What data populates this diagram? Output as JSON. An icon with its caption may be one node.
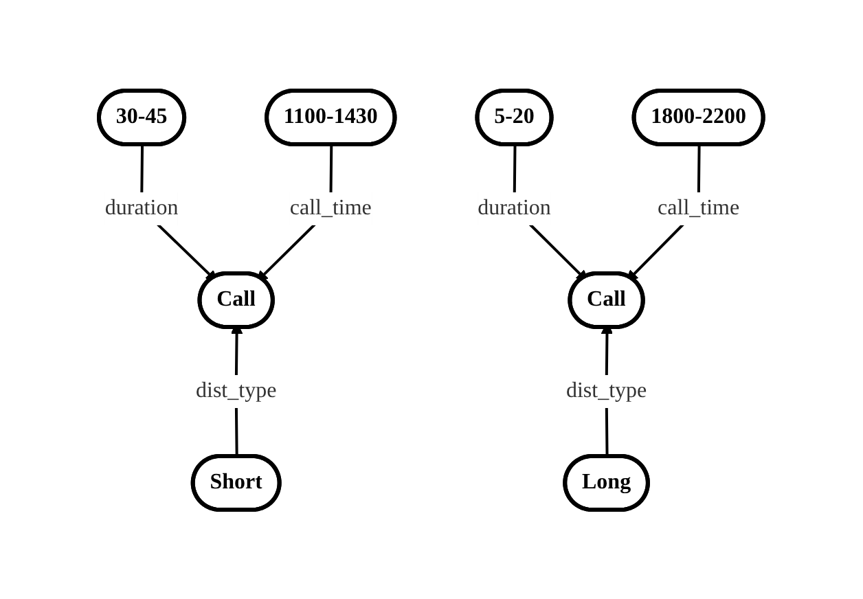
{
  "diagram": {
    "nodes": [
      {
        "text": [
          "30-45"
        ]
      },
      {
        "text": [
          "1100-1430"
        ]
      },
      {
        "text": [
          "Call"
        ]
      },
      {
        "text": [
          "Short"
        ]
      },
      {
        "text": [
          "5-20"
        ]
      },
      {
        "text": [
          "1800-2200"
        ]
      },
      {
        "text": [
          "Call"
        ]
      },
      {
        "text": [
          "Long"
        ]
      }
    ],
    "edges": [
      {
        "from": 0,
        "to": 2,
        "arrow": "to",
        "label": "duration"
      },
      {
        "from": 1,
        "to": 2,
        "arrow": "to",
        "label": "call_time"
      },
      {
        "from": 3,
        "to": 2,
        "arrow": "to",
        "label": "dist_type"
      },
      {
        "from": 4,
        "to": 6,
        "arrow": "to",
        "label": "duration"
      },
      {
        "from": 5,
        "to": 6,
        "arrow": "to",
        "label": "call_time"
      },
      {
        "from": 7,
        "to": 6,
        "arrow": "to",
        "label": "dist_type"
      }
    ]
  }
}
